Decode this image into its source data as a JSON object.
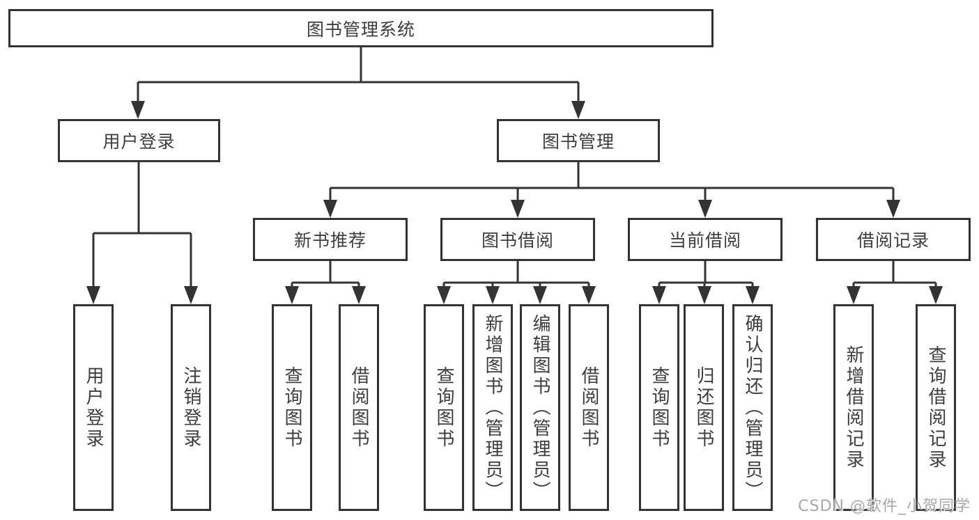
{
  "diagram_title": "图书管理系统",
  "tree": {
    "root": {
      "label": "图书管理系统",
      "children": [
        {
          "label": "用户登录",
          "children": [
            {
              "label": "用户登录"
            },
            {
              "label": "注销登录"
            }
          ]
        },
        {
          "label": "图书管理",
          "children": [
            {
              "label": "新书推荐",
              "children": [
                {
                  "label": "查询图书"
                },
                {
                  "label": "借阅图书"
                }
              ]
            },
            {
              "label": "图书借阅",
              "children": [
                {
                  "label": "查询图书"
                },
                {
                  "label": "新增图书（管理员）"
                },
                {
                  "label": "编辑图书（管理员）"
                },
                {
                  "label": "借阅图书"
                }
              ]
            },
            {
              "label": "当前借阅",
              "children": [
                {
                  "label": "查询图书"
                },
                {
                  "label": "归还图书"
                },
                {
                  "label": "确认归还（管理员）"
                }
              ]
            },
            {
              "label": "借阅记录",
              "children": [
                {
                  "label": "新增借阅记录"
                },
                {
                  "label": "查询借阅记录"
                }
              ]
            }
          ]
        }
      ]
    }
  },
  "watermark": {
    "text": "CSDN @软件_小贺同学"
  },
  "colors": {
    "line": "#333333",
    "box_border": "#333333",
    "text": "#3d3d3d",
    "watermark": "#a8a8a8",
    "background": "#ffffff"
  }
}
